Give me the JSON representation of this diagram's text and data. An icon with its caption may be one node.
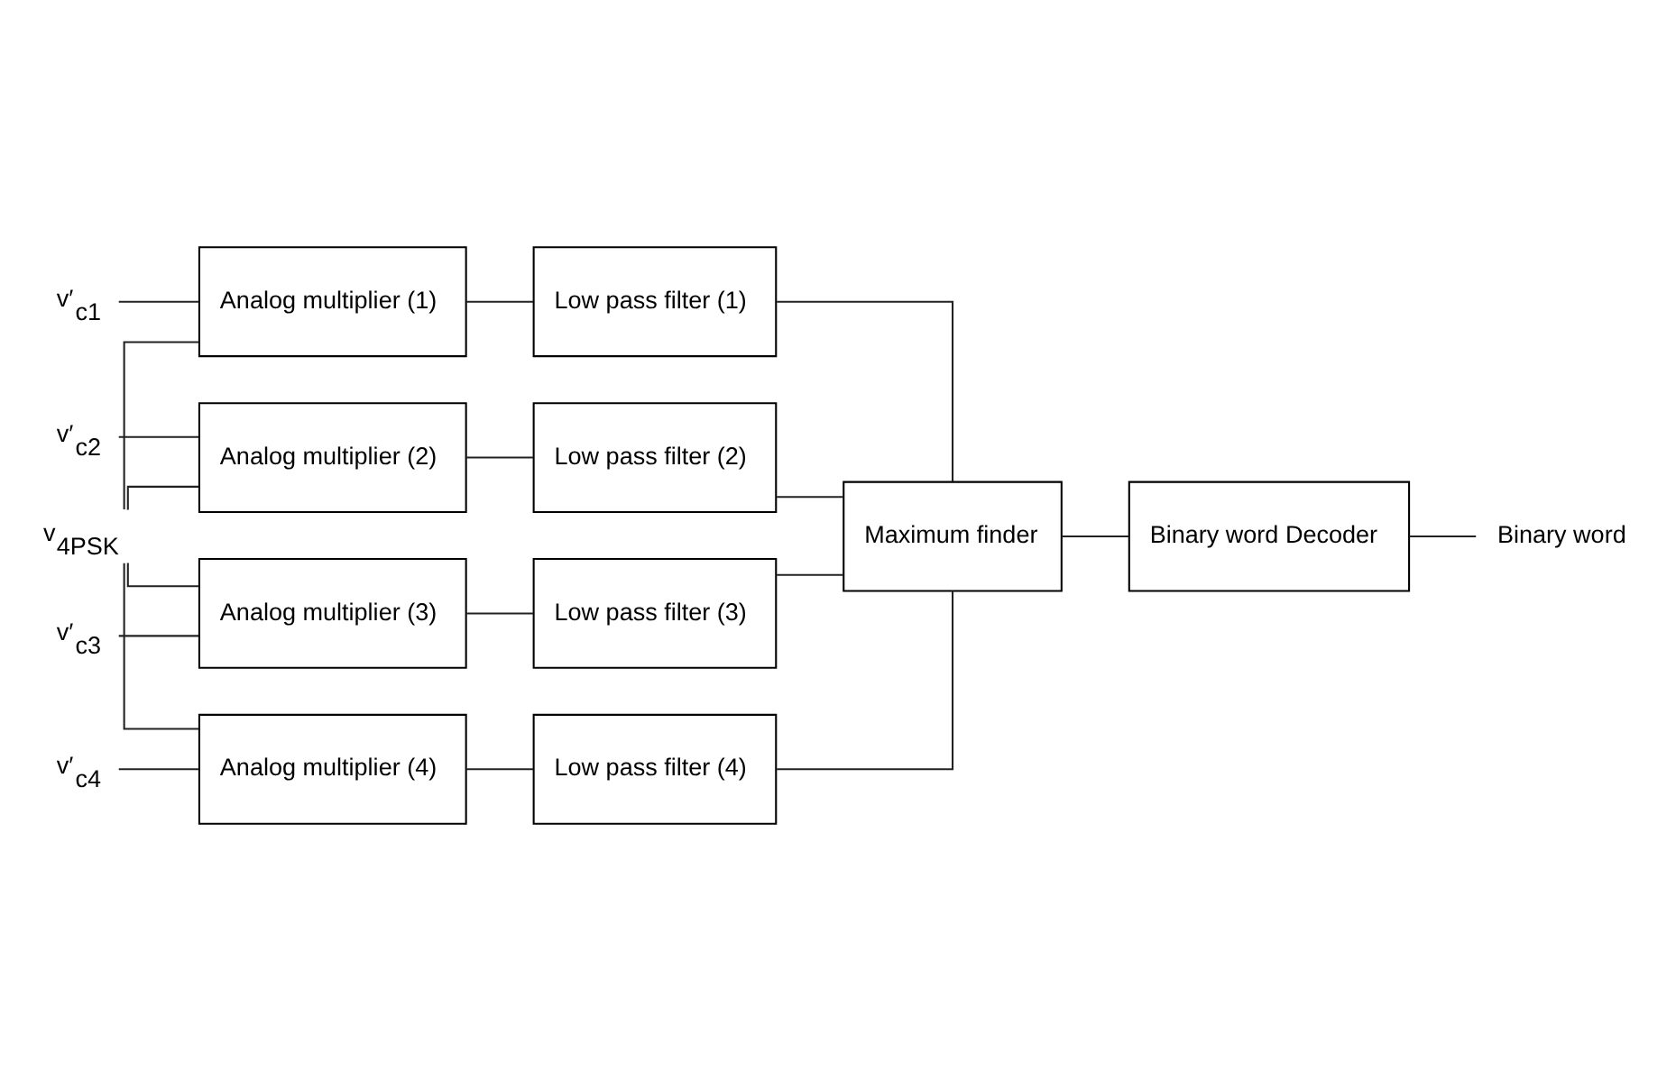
{
  "diagram": {
    "nodes": [
      {
        "text": [
          "v$_{4PSK}$"
        ]
      },
      {
        "text": [
          "Analog multiplier (1)"
        ]
      },
      {
        "text": [
          "Analog multiplier (2)"
        ]
      },
      {
        "text": [
          "Analog multiplier (3)"
        ]
      },
      {
        "text": [
          "Analog multiplier (4)"
        ]
      },
      {
        "text": [
          "Low pass filter (1)"
        ]
      },
      {
        "text": [
          "Low pass filter (2)"
        ]
      },
      {
        "text": [
          "Low pass filter (3)"
        ]
      },
      {
        "text": [
          "Low pass filter (4)"
        ]
      },
      {
        "text": [
          "Maximum finder"
        ]
      },
      {
        "text": [
          "Binary word Decoder"
        ]
      },
      {
        "text": [
          "Binary word"
        ]
      },
      {
        "text": [
          "v′$_{c1}$"
        ]
      },
      {
        "text": [
          "v′$_{c2}$"
        ]
      },
      {
        "text": [
          "v′$_{c3}$"
        ]
      },
      {
        "text": [
          "v′$_{c4}$"
        ]
      }
    ],
    "edges": [
      {
        "from": 0,
        "to": 1,
        "arrow": "none"
      },
      {
        "from": 0,
        "to": 2,
        "arrow": "none"
      },
      {
        "from": 0,
        "to": 3,
        "arrow": "none"
      },
      {
        "from": 0,
        "to": 4,
        "arrow": "none"
      },
      {
        "from": 12,
        "to": 1,
        "arrow": "none"
      },
      {
        "from": 13,
        "to": 2,
        "arrow": "none"
      },
      {
        "from": 14,
        "to": 3,
        "arrow": "none"
      },
      {
        "from": 15,
        "to": 4,
        "arrow": "none"
      },
      {
        "from": 1,
        "to": 5,
        "arrow": "none"
      },
      {
        "from": 2,
        "to": 6,
        "arrow": "none"
      },
      {
        "from": 3,
        "to": 7,
        "arrow": "none"
      },
      {
        "from": 4,
        "to": 8,
        "arrow": "none"
      },
      {
        "from": 5,
        "to": 9,
        "arrow": "none"
      },
      {
        "from": 6,
        "to": 9,
        "arrow": "none"
      },
      {
        "from": 7,
        "to": 9,
        "arrow": "none"
      },
      {
        "from": 8,
        "to": 9,
        "arrow": "none"
      },
      {
        "from": 9,
        "to": 10,
        "arrow": "none"
      },
      {
        "from": 10,
        "to": 11,
        "arrow": "none"
      }
    ]
  }
}
